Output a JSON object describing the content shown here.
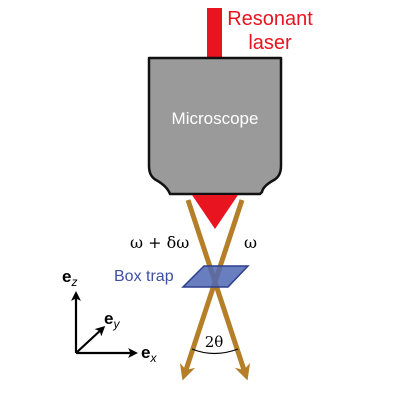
{
  "laser_label": {
    "line1": "Resonant",
    "line2": "laser"
  },
  "microscope_label": "Microscope",
  "freq_left": "ω + δω",
  "freq_right": "ω",
  "trap_label": "Box trap",
  "axes": {
    "z": {
      "base": "e",
      "sub": "z"
    },
    "y": {
      "base": "e",
      "sub": "y"
    },
    "x": {
      "base": "e",
      "sub": "x"
    }
  },
  "angle_label": "2θ",
  "colors": {
    "laser": "#e8141f",
    "beam": "#b57f2a",
    "microscope_fill": "#9a9a9a",
    "trap_fill": "#4f67b4",
    "trap_label": "#3d50a5",
    "laser_label": "#e8141f"
  }
}
